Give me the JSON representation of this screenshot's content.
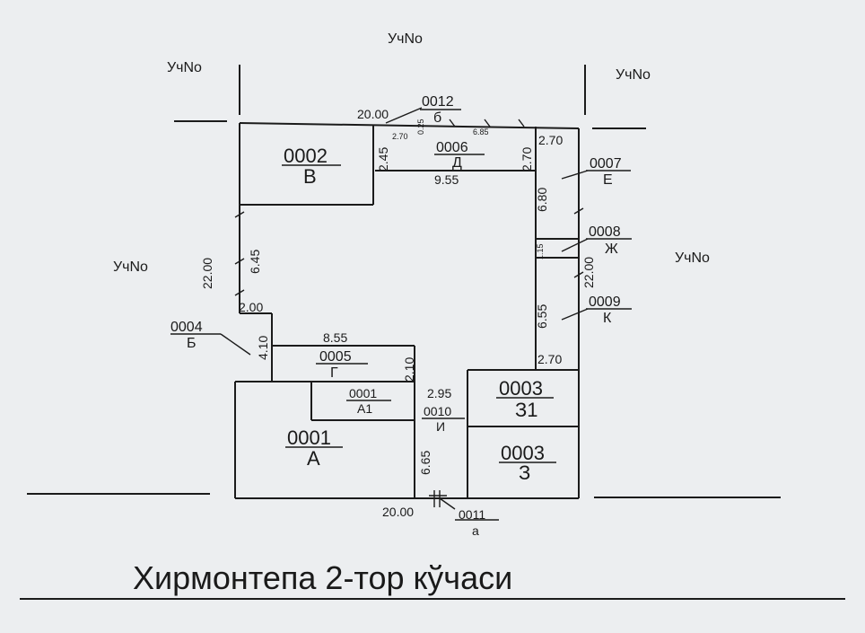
{
  "neighbors": {
    "top": "УчNo",
    "top_left": "УчNo",
    "top_right": "УчNo",
    "left": "УчNo",
    "right": "УчNo"
  },
  "street": "Хирмонтепа 2-тор кўчаси",
  "rooms": [
    {
      "id": "room-0002",
      "num": "0002",
      "letter": "В"
    },
    {
      "id": "room-0006",
      "num": "0006",
      "letter": "Д"
    },
    {
      "id": "room-0012",
      "num": "0012",
      "letter": "б"
    },
    {
      "id": "room-0007",
      "num": "0007",
      "letter": "Е"
    },
    {
      "id": "room-0008",
      "num": "0008",
      "letter": "Ж"
    },
    {
      "id": "room-0009",
      "num": "0009",
      "letter": "К"
    },
    {
      "id": "room-0004",
      "num": "0004",
      "letter": "Б"
    },
    {
      "id": "room-0005",
      "num": "0005",
      "letter": "Г"
    },
    {
      "id": "room-0001a1",
      "num": "0001",
      "letter": "А1"
    },
    {
      "id": "room-0010",
      "num": "0010",
      "letter": "И"
    },
    {
      "id": "room-0003z1",
      "num": "0003",
      "letter": "З1"
    },
    {
      "id": "room-0001",
      "num": "0001",
      "letter": "А"
    },
    {
      "id": "room-0003z",
      "num": "0003",
      "letter": "З"
    },
    {
      "id": "room-0011",
      "num": "0011",
      "letter": "а"
    }
  ],
  "dims": {
    "top_width": "20.00",
    "top_small_a": "2.70",
    "top_small_b": "0.25",
    "top_small_c": "6.85",
    "d_height": "2.45",
    "d_width": "9.55",
    "d_right": "2.70",
    "top_right": "2.70",
    "e_height": "6.80",
    "zh_height": "1.15",
    "right_total": "22.00",
    "k_height": "6.55",
    "bottom_right": "2.70",
    "left_total": "22.00",
    "left_upper": "6.45",
    "b_width": "2.00",
    "b_height": "4.10",
    "g_width": "8.55",
    "g_height": "2.10",
    "i_width": "2.95",
    "i_height": "6.65",
    "bottom_width": "20.00"
  }
}
